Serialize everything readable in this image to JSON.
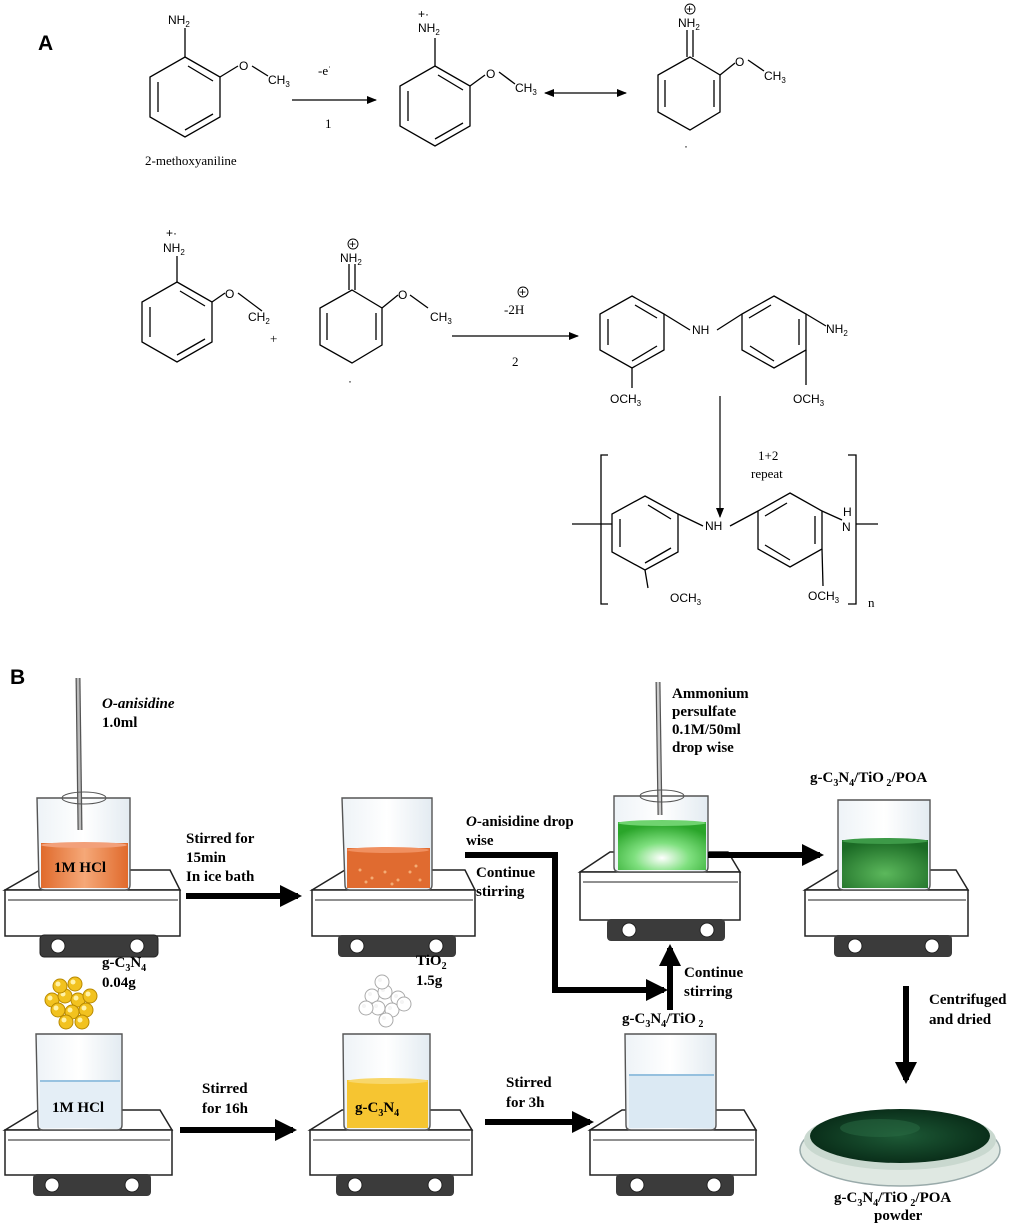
{
  "panel_a": {
    "label": "A",
    "monomer_name": "2-methoxyaniline",
    "step1_reagent": "-e",
    "step1_number": "1",
    "step2_reagent": "-2H",
    "step2_number": "2",
    "repeat_label": "1+2",
    "repeat_word": "repeat",
    "polymer_subscript": "n",
    "groups": {
      "nh2": "NH",
      "nh": "NH",
      "h": "H",
      "n": "N",
      "o": "O",
      "ch3": "CH",
      "och3": "OCH",
      "ch2": "CH",
      "sub2": "2",
      "sub3": "3",
      "plus_charge": "+",
      "radical_dot": "·",
      "plus_sign": "+"
    }
  },
  "panel_b": {
    "label": "B",
    "anisidine_name": "O-anisidine",
    "anisidine_amount": "1.0ml",
    "beaker1_text": "1M HCl",
    "step1_lines": [
      "Stirred  for",
      "15min",
      "In ice bath"
    ],
    "dropwise_italic": "O",
    "dropwise_line1": "-anisidine drop",
    "dropwise_line2": "wise",
    "continue_stirring_1": [
      "Continue",
      "stirring"
    ],
    "aps_lines": [
      "Ammonium",
      "persulfate",
      "0.1M/50ml",
      "drop wise"
    ],
    "product_label": "g-C3N4/TiO 2/POA",
    "gcn_label": "g-C3N4",
    "gcn_amount": "0.04g",
    "beaker5_text": "1M HCl",
    "step_16h": [
      "Stirred",
      "for 16h"
    ],
    "tio2_label": "TiO2",
    "tio2_amount": "1.5g",
    "beaker6_text": "g-C3N4",
    "step_3h": [
      "Stirred",
      "for 3h"
    ],
    "composite_label": "g-C3N4/TiO 2",
    "continue_stirring_2": [
      "Continue",
      "stirring"
    ],
    "centrifuge_lines": [
      "Centrifuged",
      "and dried"
    ],
    "powder_lines": [
      "g-C3N4/TiO 2/POA",
      "powder"
    ],
    "colors": {
      "orange_solution": "#e8763a",
      "green_solution": "#3cbf3c",
      "dark_green": "#1f7a2a",
      "yellow_solution": "#f6c531",
      "light_blue": "#dbe9f3",
      "powder": "#0f3d24"
    }
  }
}
